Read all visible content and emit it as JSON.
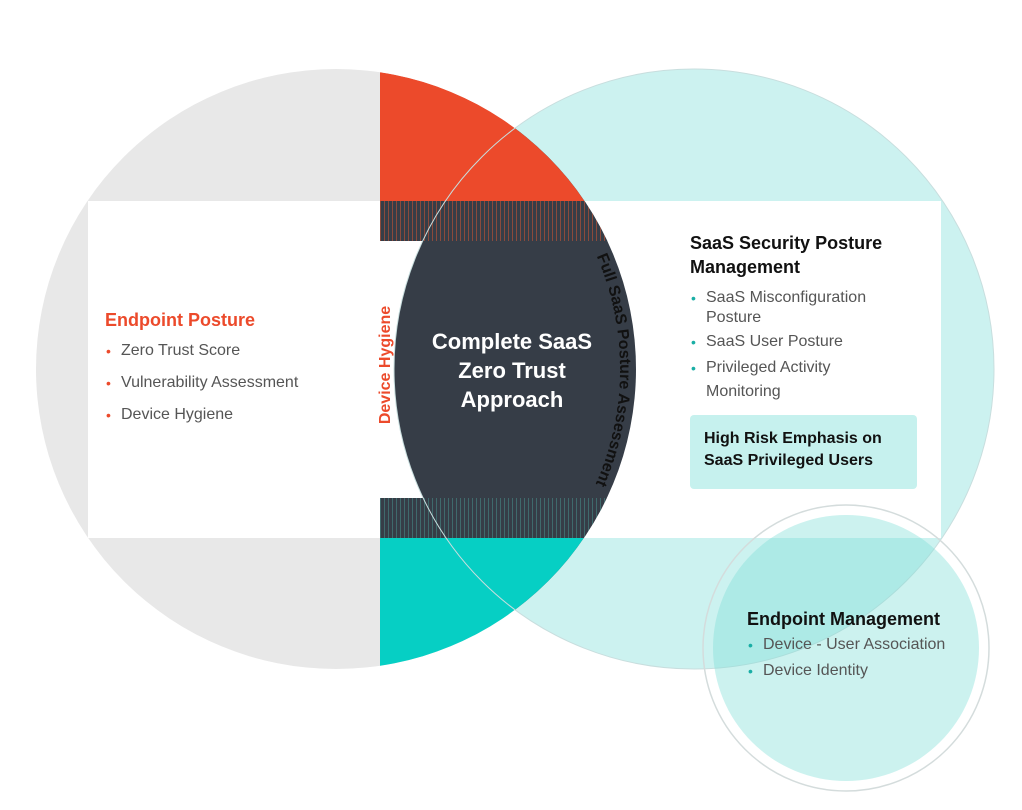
{
  "colors": {
    "accent_red": "#ec4a2b",
    "accent_teal": "#06cfc4",
    "dark": "#363d47",
    "grey_circle": "#e8e8e8",
    "light_teal": "#ccf2f0"
  },
  "center_label": [
    "Complete SaaS",
    "Zero Trust",
    "Approach"
  ],
  "left_arc_label": "Device Hygiene",
  "right_arc_label": "Full SaaS Posture Assessment",
  "endpoint_posture": {
    "title": "Endpoint Posture",
    "items": [
      "Zero Trust Score",
      "Vulnerability Assessment",
      "Device Hygiene"
    ]
  },
  "sspm": {
    "title": "SaaS Security Posture Management",
    "items": [
      "SaaS Misconfiguration Posture",
      "SaaS User Posture",
      "Privileged Activity Monitoring"
    ],
    "callout": "High Risk Emphasis on SaaS Privileged Users"
  },
  "endpoint_management": {
    "title": "Endpoint Management",
    "items": [
      "Device - User Association",
      "Device Identity"
    ]
  }
}
